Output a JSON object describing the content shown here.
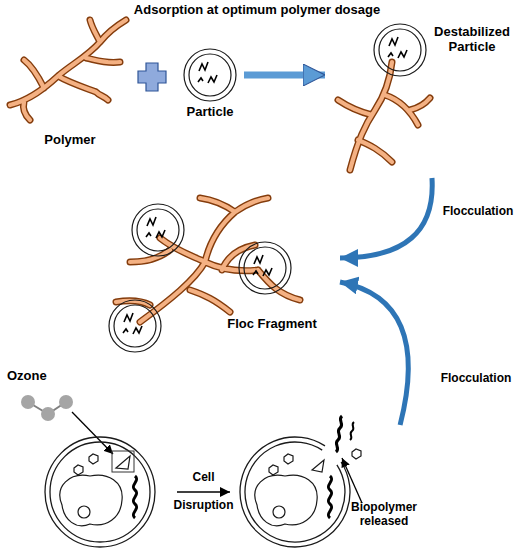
{
  "diagram": {
    "title": "Adsorption at optimum polymer dosage",
    "nodes": [
      {
        "text": [
          "Polymer"
        ]
      },
      {
        "text": [
          "Particle"
        ]
      },
      {
        "text": [
          "Destabilized Particle"
        ]
      },
      {
        "text": [
          "Floc Fragment"
        ]
      },
      {
        "text": [
          "Ozone"
        ]
      },
      {
        "text": [
          "Biopolymer released"
        ]
      }
    ],
    "edges": [
      {
        "from": 1,
        "to": 2,
        "arrow": "to"
      },
      {
        "from": 2,
        "to": 3,
        "label": "Flocculation",
        "arrow": "to"
      },
      {
        "from": 5,
        "to": 3,
        "label": "Flocculation",
        "arrow": "to"
      },
      {
        "from": 4,
        "to": 5,
        "label": "Cell Disruption",
        "arrow": "to"
      }
    ]
  }
}
